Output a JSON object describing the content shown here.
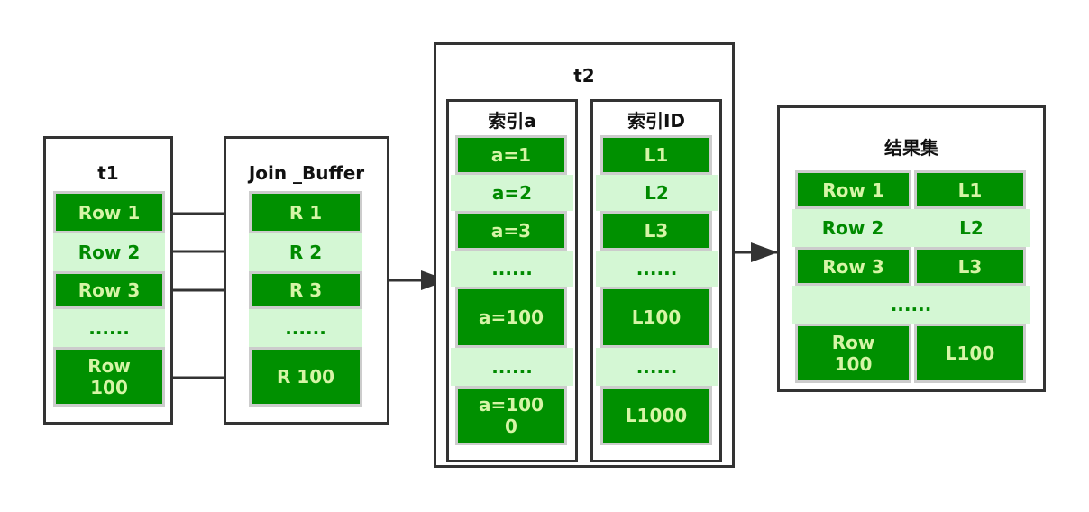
{
  "colors": {
    "dark_cell": "#009000",
    "light_cell": "#d4f7d4",
    "dark_text": "#d6f5a6",
    "light_text": "#008a00",
    "border": "#333333"
  },
  "t1": {
    "title": "t1",
    "rows": [
      "Row 1",
      "Row 2",
      "Row 3",
      "......",
      "Row 100"
    ]
  },
  "join_buffer": {
    "title": "Join _Buffer",
    "rows": [
      "R 1",
      "R 2",
      "R 3",
      "......",
      "R 100"
    ]
  },
  "t2": {
    "title": "t2",
    "index_a": {
      "title": "索引a",
      "rows": [
        "a=1",
        "a=2",
        "a=3",
        "......",
        "a=100",
        "......",
        "a=1000"
      ]
    },
    "index_id": {
      "title": "索引ID",
      "rows": [
        "L1",
        "L2",
        "L3",
        "......",
        "L100",
        "......",
        "L1000"
      ]
    }
  },
  "result": {
    "title": "结果集",
    "rows": [
      [
        "Row 1",
        "L1"
      ],
      [
        "Row 2",
        "L2"
      ],
      [
        "Row 3",
        "L3"
      ],
      [
        "......"
      ],
      [
        "Row 100",
        "L100"
      ]
    ]
  }
}
